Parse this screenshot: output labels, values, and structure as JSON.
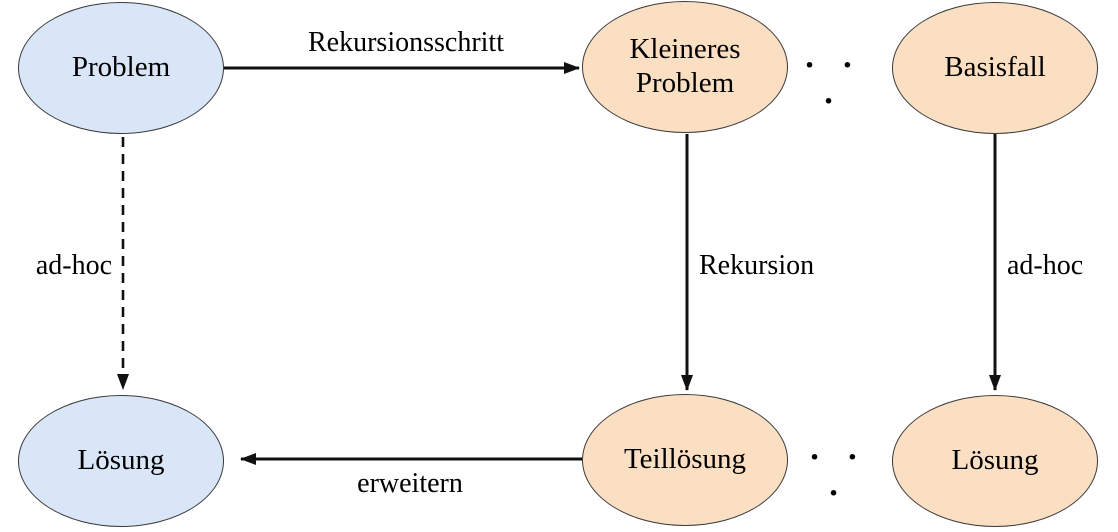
{
  "diagram": {
    "colors": {
      "node_blue": "#d9e6f7",
      "node_orange": "#fbdfc3",
      "node_border": "#3b3b3b",
      "arrow": "#111111",
      "text": "#000000",
      "background": "#ffffff"
    },
    "nodes": [
      {
        "id": "problem",
        "label": "Problem",
        "fill": "blue"
      },
      {
        "id": "kleineres-problem",
        "label": "Kleineres Problem",
        "fill": "orange"
      },
      {
        "id": "basisfall",
        "label": "Basisfall",
        "fill": "orange"
      },
      {
        "id": "loesung-left",
        "label": "Lösung",
        "fill": "blue"
      },
      {
        "id": "teilloesung",
        "label": "Teillösung",
        "fill": "orange"
      },
      {
        "id": "loesung-right",
        "label": "Lösung",
        "fill": "orange"
      }
    ],
    "edges": [
      {
        "label": "Rekursionsschritt",
        "from": "problem",
        "to": "kleineres-problem",
        "style": "solid"
      },
      {
        "label": "ad-hoc",
        "from": "problem",
        "to": "loesung-left",
        "style": "dashed"
      },
      {
        "label": "Rekursion",
        "from": "kleineres-problem",
        "to": "teilloesung",
        "style": "solid"
      },
      {
        "label": "ad-hoc",
        "from": "basisfall",
        "to": "loesung-right",
        "style": "solid"
      },
      {
        "label": "erweitern",
        "from": "teilloesung",
        "to": "loesung-left",
        "style": "solid"
      }
    ],
    "ellipsis": "· · ·"
  }
}
